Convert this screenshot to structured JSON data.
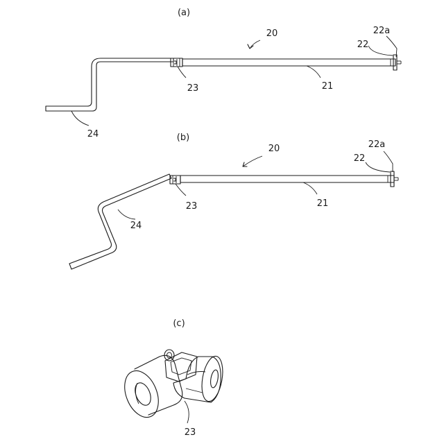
{
  "panels": {
    "a": {
      "caption": "(a)",
      "labels": {
        "assembly": "20",
        "shaft": "21",
        "collar": "22",
        "collar_flange": "22a",
        "universal_joint": "23",
        "crank_rod": "24"
      }
    },
    "b": {
      "caption": "(b)",
      "labels": {
        "assembly": "20",
        "shaft": "21",
        "collar": "22",
        "collar_flange": "22a",
        "universal_joint": "23",
        "crank_rod": "24"
      }
    },
    "c": {
      "caption": "(c)",
      "labels": {
        "universal_joint": "23"
      }
    }
  },
  "colors": {
    "line": "#1a1a1a",
    "background": "#ffffff"
  }
}
